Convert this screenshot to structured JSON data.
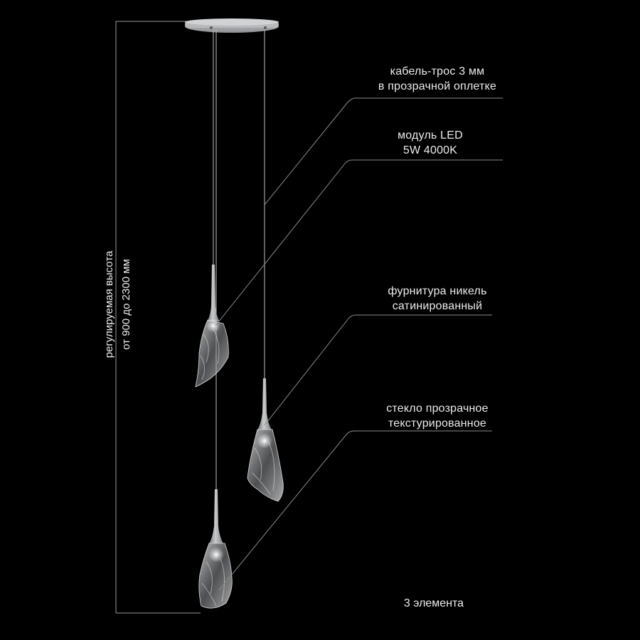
{
  "callouts": {
    "cable": {
      "line1": "кабель-трос 3 мм",
      "line2": "в прозрачной оплетке"
    },
    "led": {
      "line1": "модуль LED",
      "line2": "5W 4000K"
    },
    "fittings": {
      "line1": "фурнитура никель",
      "line2": "сатинированный"
    },
    "glass": {
      "line1": "стекло прозрачное",
      "line2": "текстурированное"
    }
  },
  "height": {
    "line1": "регулируемая высота",
    "line2": "от 900 до 2300 мм"
  },
  "elements_count": "3 элемента",
  "colors": {
    "background": "#000000",
    "text": "#ececec",
    "leader_line": "#8a8a8a",
    "nickel": "#a9acaf"
  }
}
